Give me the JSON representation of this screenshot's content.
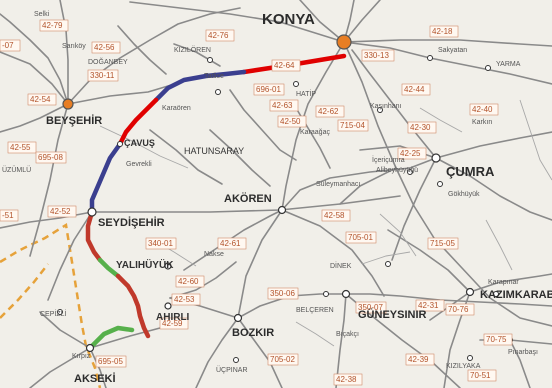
{
  "colors": {
    "background": "#f1efe9",
    "road": "#8a8a8a",
    "route_red": "#e00000",
    "route_dark_red": "#c0392b",
    "route_navy": "#3b3f8f",
    "route_green": "#57b04b",
    "province_border": "#e6a23a",
    "road_number": "#b3542c",
    "city_marker": "#e87e24"
  },
  "cities": {
    "konya": "KONYA",
    "beysehir": "BEYŞEHİR",
    "seydisehir": "SEYDİŞEHİR",
    "cumra": "ÇUMRA",
    "akoren": "AKÖREN",
    "bozkir": "BOZKIR",
    "guneysinir": "GÜNEYSINIR",
    "akseki": "AKSEKİ",
    "kazimkarabekir": "KAZIMKARABE",
    "yalihuyuk": "YALIHÜYÜK",
    "ahirli": "AHIRLI",
    "cavus": "ÇAVUŞ",
    "hatunsaray": "HATUNSARAY"
  },
  "villages": {
    "selki": "Selki",
    "sarikoy": "Sarıköy",
    "doganbey": "DOĞANBEY",
    "kizloren": "KIZILÖREN",
    "uzumlu": "ÜZÜMLÜ",
    "karaoren": "Karaören",
    "tatlice": "Tatlice",
    "gevreki": "Gevrekli",
    "hatip": "HATİP",
    "karaagac": "Karaağaç",
    "sakyatan": "Sakyatan",
    "yarma": "YARMA",
    "kasinhani": "Kaşınhanı",
    "karkin": "Karkın",
    "icericumra": "İçeriçumra",
    "alibeyhuyugu": "Alibeyhüyüğü",
    "gokhuyuk": "Gökhüyük",
    "suleymanhaci": "Süleymanhacı",
    "dinek": "DİNEK",
    "nakse": "Nakse",
    "cepizli": "CEPİZLİ",
    "belceren": "BELÇEREN",
    "bicakci": "Bıçakçı",
    "ucpinar": "ÜÇPINAR",
    "kizilyaka": "KIZILYAKA",
    "pinarbasi": "Pınarbaşı",
    "karapinar": "Karapınar",
    "kirpiz": "Kırpız"
  },
  "road_numbers": {
    "r1": "42-79",
    "r2": "42-56",
    "r3": "42-76",
    "r4": "42-18",
    "r5": "330-11",
    "r6": "42-54",
    "r7": "42-64",
    "r8": "330-13",
    "r9": "42-44",
    "r10": "696-01",
    "r11": "42-63",
    "r12": "42-50",
    "r13": "42-62",
    "r14": "715-04",
    "r15": "42-40",
    "r16": "42-30",
    "r17": "42-55",
    "r18": "695-08",
    "r19": "42-25",
    "r20": "42-52",
    "r21": "42-58",
    "r22": "340-01",
    "r23": "705-01",
    "r24": "42-61",
    "r25": "715-05",
    "r26": "42-60",
    "r27": "42-53",
    "r28": "42-59",
    "r29": "350-06",
    "r30": "350-07",
    "r31": "42-31",
    "r32": "70-76",
    "r33": "695-05",
    "r34": "705-02",
    "r35": "42-39",
    "r36": "70-75",
    "r37": "42-38",
    "r38": "70-51",
    "r39": "-07",
    "r40": "-51"
  }
}
